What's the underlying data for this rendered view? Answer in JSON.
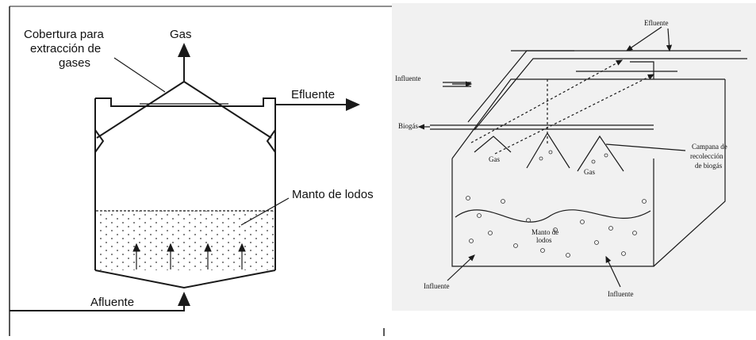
{
  "left_diagram": {
    "labels": {
      "cover": [
        "Cobertura para",
        "extracción de",
        "gases"
      ],
      "gas": "Gas",
      "effluent": "Efluente",
      "sludge_blanket": "Manto de lodos",
      "affluent": "Afluente"
    }
  },
  "right_diagram": {
    "labels": {
      "effluent": "Efluente",
      "influent_top": "Influente",
      "biogas": "Biogás",
      "gas_left": "Gas",
      "gas_right": "Gas",
      "hood": [
        "Campana de",
        "recolección",
        "de biogás"
      ],
      "sludge": [
        "Manto de",
        "lodos"
      ],
      "influent_bottom_left": "Influente",
      "influent_bottom_right": "Influente"
    }
  }
}
